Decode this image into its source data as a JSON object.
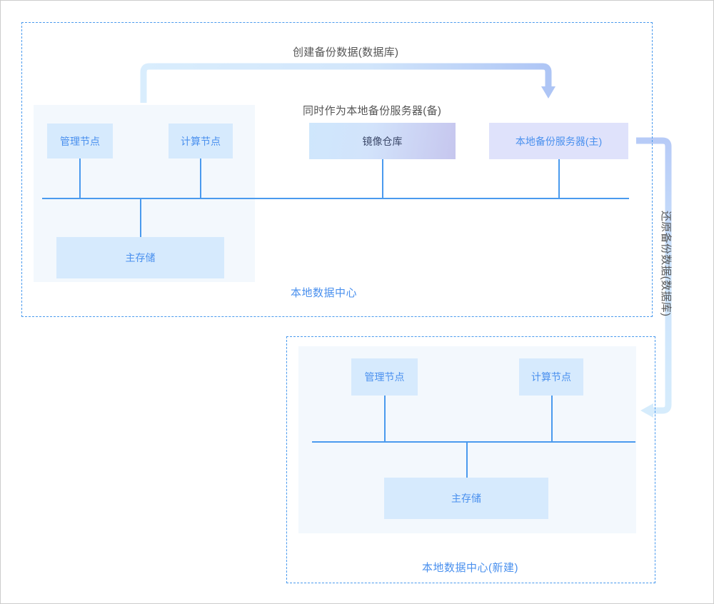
{
  "diagram": {
    "title_implicit": "",
    "captions": {
      "create_backup": "创建备份数据(数据库)",
      "also_as_backup_server": "同时作为本地备份服务器(备)",
      "restore_backup": "还原备份数据(数据库)"
    },
    "colors": {
      "dashed_border": "#4a9aee",
      "panel_bg": "#f3f8fd",
      "node_bg": "#d6eafd",
      "node_lavender_bg": "#dfe2fb",
      "node_text": "#4a90ee",
      "gradient_node_text": "#3d4a6b",
      "line": "#4a9aee",
      "caption_text": "#555555",
      "arrow_light": "#d6ecfc",
      "arrow_dark": "#aec5f5",
      "page_border": "#cccccc"
    },
    "top_data_center": {
      "label": "本地数据中心",
      "nodes": [
        {
          "id": "management-node",
          "label": "管理节点",
          "style": "blue"
        },
        {
          "id": "compute-node",
          "label": "计算节点",
          "style": "blue"
        },
        {
          "id": "image-registry",
          "label": "镜像仓库",
          "style": "gradient"
        },
        {
          "id": "local-backup-server-primary",
          "label": "本地备份服务器(主)",
          "style": "lavender"
        },
        {
          "id": "primary-storage",
          "label": "主存储",
          "style": "blue"
        }
      ]
    },
    "bottom_data_center": {
      "label": "本地数据中心(新建)",
      "nodes": [
        {
          "id": "management-node",
          "label": "管理节点",
          "style": "blue"
        },
        {
          "id": "compute-node",
          "label": "计算节点",
          "style": "blue"
        },
        {
          "id": "primary-storage",
          "label": "主存储",
          "style": "blue"
        }
      ]
    },
    "flows": [
      {
        "id": "create-backup-flow",
        "label": "创建备份数据(数据库)",
        "from": "local-datacenter-top-left",
        "to": "local-backup-server-primary",
        "direction": "left-to-right-down"
      },
      {
        "id": "restore-backup-flow",
        "label": "还原备份数据(数据库)",
        "from": "local-backup-server-primary",
        "to": "local-datacenter-new",
        "direction": "right-down-left"
      }
    ]
  }
}
